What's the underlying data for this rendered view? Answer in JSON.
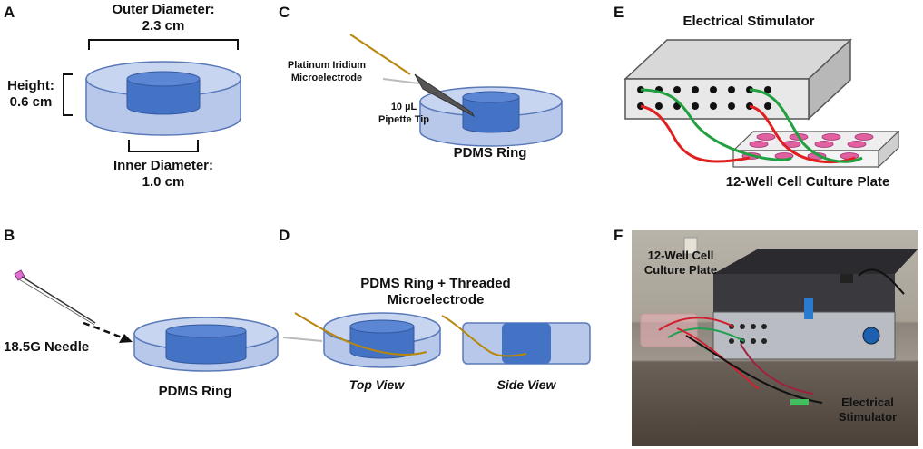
{
  "panels": {
    "a": "A",
    "b": "B",
    "c": "C",
    "d": "D",
    "e": "E",
    "f": "F"
  },
  "panel_a": {
    "outer_diameter": "Outer Diameter:",
    "outer_value": "2.3 cm",
    "height": "Height:",
    "height_value": "0.6 cm",
    "inner_diameter": "Inner Diameter:",
    "inner_value": "1.0 cm"
  },
  "panel_b": {
    "needle": "18.5G Needle",
    "ring": "PDMS Ring"
  },
  "panel_c": {
    "electrode_line1": "Platinum Iridium",
    "electrode_line2": "Microelectrode",
    "tip_line1": "10 µL",
    "tip_line2": "Pipette Tip",
    "ring": "PDMS Ring"
  },
  "panel_d": {
    "title_line1": "PDMS Ring + Threaded",
    "title_line2": "Microelectrode",
    "top_view": "Top View",
    "side_view": "Side View"
  },
  "panel_e": {
    "stimulator": "Electrical Stimulator",
    "plate": "12-Well Cell Culture Plate"
  },
  "panel_f": {
    "plate_line1": "12-Well Cell",
    "plate_line2": "Culture Plate",
    "stim_line1": "Electrical",
    "stim_line2": "Stimulator"
  },
  "colors": {
    "ring_fill": "#b8c8ea",
    "core_fill": "#4472c4",
    "wire": "#b8860b",
    "red_wire": "#e02020",
    "green_wire": "#20a040",
    "well": "#e060a0"
  }
}
